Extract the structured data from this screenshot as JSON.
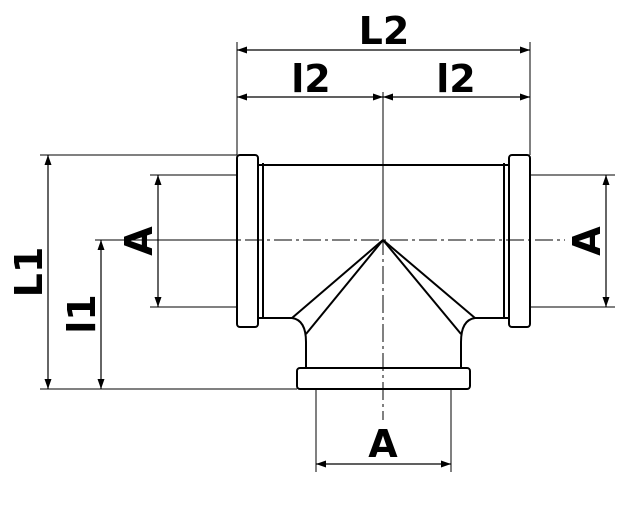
{
  "labels": {
    "overall_length": "L2",
    "half_length_left": "l2",
    "half_length_right": "l2",
    "overall_height": "L1",
    "branch_height": "l1",
    "thread_left": "A",
    "thread_right": "A",
    "thread_bottom": "A"
  },
  "colors": {
    "line": "#000000",
    "background": "#ffffff"
  }
}
